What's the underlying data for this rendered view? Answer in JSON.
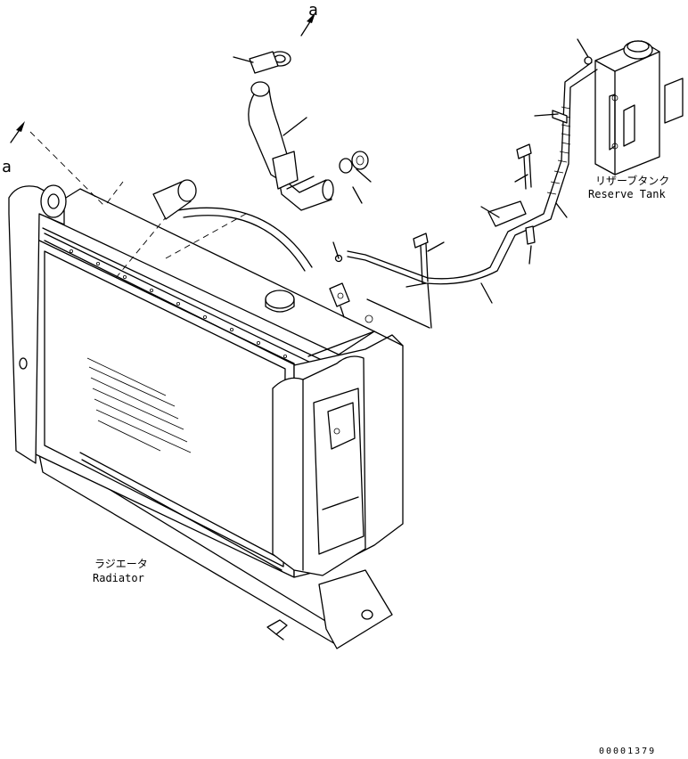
{
  "labels": {
    "ref_a_top": "a",
    "ref_a_left": "a",
    "reserve_tank_jp": "リザーブタンク",
    "reserve_tank_en": "Reserve Tank",
    "radiator_jp": "ラジエータ",
    "radiator_en": "Radiator"
  },
  "drawing_number": "00001379",
  "colors": {
    "ink": "#000000",
    "paper": "#ffffff"
  }
}
